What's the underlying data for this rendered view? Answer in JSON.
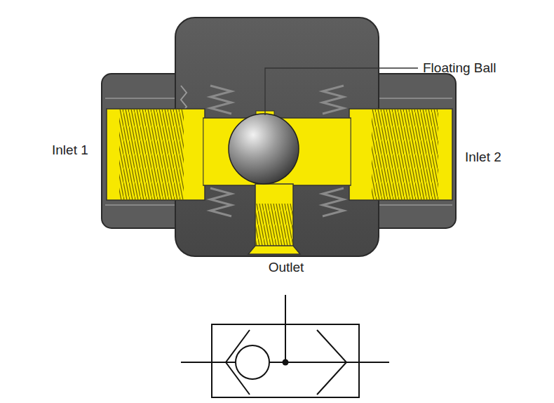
{
  "diagram": {
    "labels": [
      "Floating Ball",
      "Inlet 1",
      "Inlet 2",
      "Outlet"
    ]
  }
}
